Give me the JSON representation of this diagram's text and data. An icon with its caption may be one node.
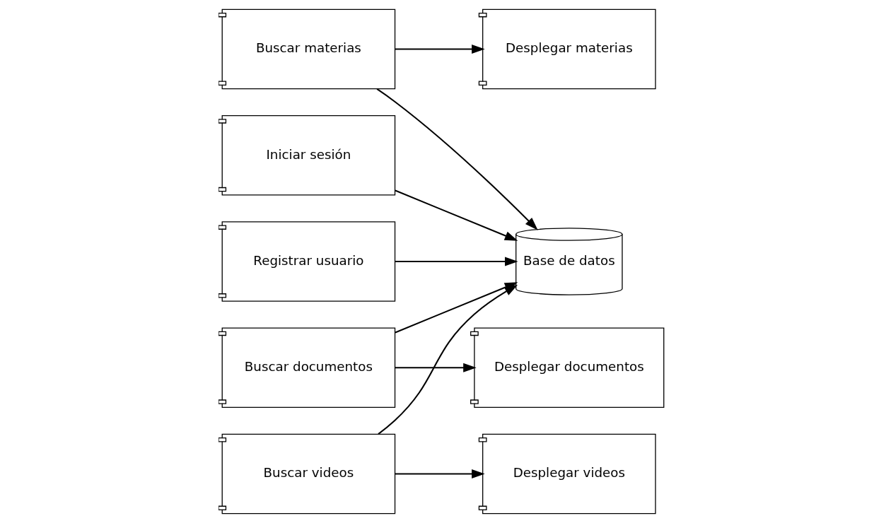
{
  "diagram": {
    "nodes": [
      {
        "text": [
          "Registrar usuario"
        ]
      },
      {
        "text": [
          "Iniciar sesión"
        ]
      },
      {
        "text": [
          "Buscar materias"
        ]
      },
      {
        "text": [
          "Buscar documentos"
        ]
      },
      {
        "text": [
          "Buscar videos"
        ]
      },
      {
        "text": [
          "Desplegar materias"
        ]
      },
      {
        "text": [
          "Desplegar documentos"
        ]
      },
      {
        "text": [
          "Desplegar videos"
        ]
      },
      {
        "text": [
          "Base de datos"
        ]
      }
    ],
    "edges": [
      {
        "from": 0,
        "to": 8,
        "arrow": "to"
      },
      {
        "from": 1,
        "to": 8,
        "arrow": "to"
      },
      {
        "from": 2,
        "to": 8,
        "arrow": "to"
      },
      {
        "from": 3,
        "to": 8,
        "arrow": "to"
      },
      {
        "from": 4,
        "to": 8,
        "arrow": "to"
      },
      {
        "from": 2,
        "to": 5,
        "arrow": "to"
      },
      {
        "from": 3,
        "to": 6,
        "arrow": "to"
      },
      {
        "from": 4,
        "to": 7,
        "arrow": "to"
      }
    ]
  }
}
